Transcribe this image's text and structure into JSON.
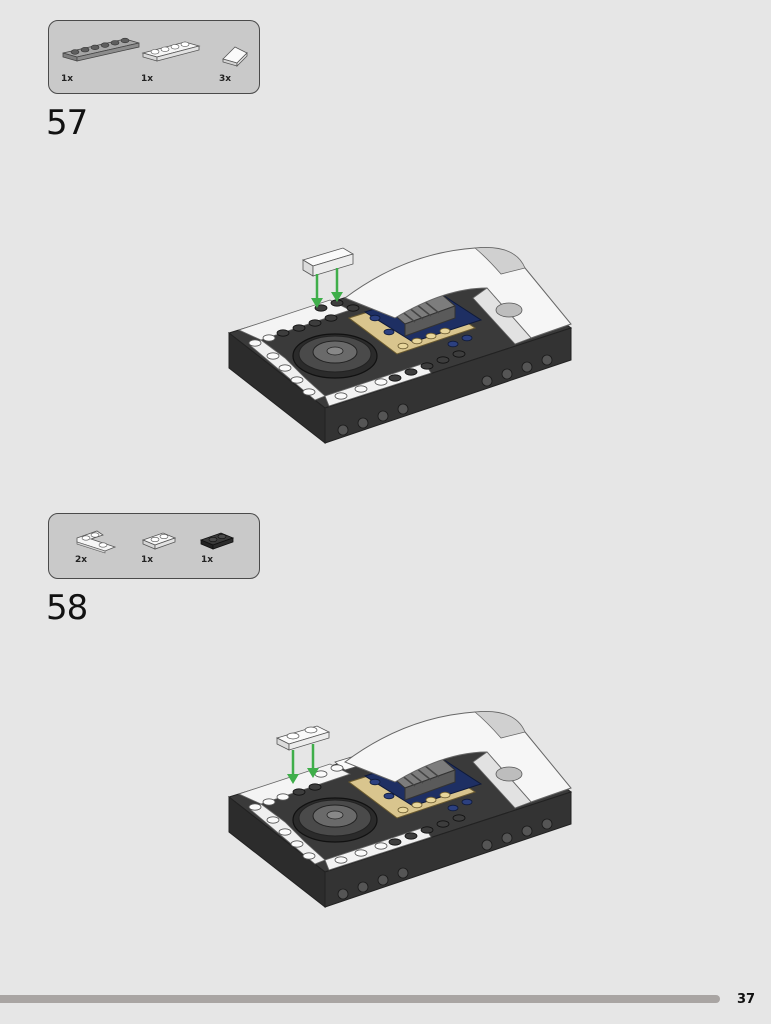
{
  "steps": [
    {
      "number": "57",
      "parts": [
        {
          "qty": "1x",
          "color": "#9a9a9a",
          "name": "plate-1x6-gray"
        },
        {
          "qty": "1x",
          "color": "#f4f4f4",
          "name": "plate-1x4-white"
        },
        {
          "qty": "3x",
          "color": "#f4f4f4",
          "name": "slope-white"
        }
      ]
    },
    {
      "number": "58",
      "parts": [
        {
          "qty": "2x",
          "color": "#f4f4f4",
          "name": "plate-corner-white"
        },
        {
          "qty": "1x",
          "color": "#f4f4f4",
          "name": "plate-1x2-white"
        },
        {
          "qty": "1x",
          "color": "#2b2b2b",
          "name": "plate-1x2-black"
        }
      ]
    }
  ],
  "page_number": "37",
  "colors": {
    "background": "#e6e6e6",
    "parts_box": "#c9c9c9",
    "arrow": "#3fae4a",
    "dark_gray": "#3a3a3a",
    "light_gray": "#9a9a9a",
    "navy": "#1e2f63",
    "tan": "#d9c58e",
    "white": "#f6f6f6"
  }
}
